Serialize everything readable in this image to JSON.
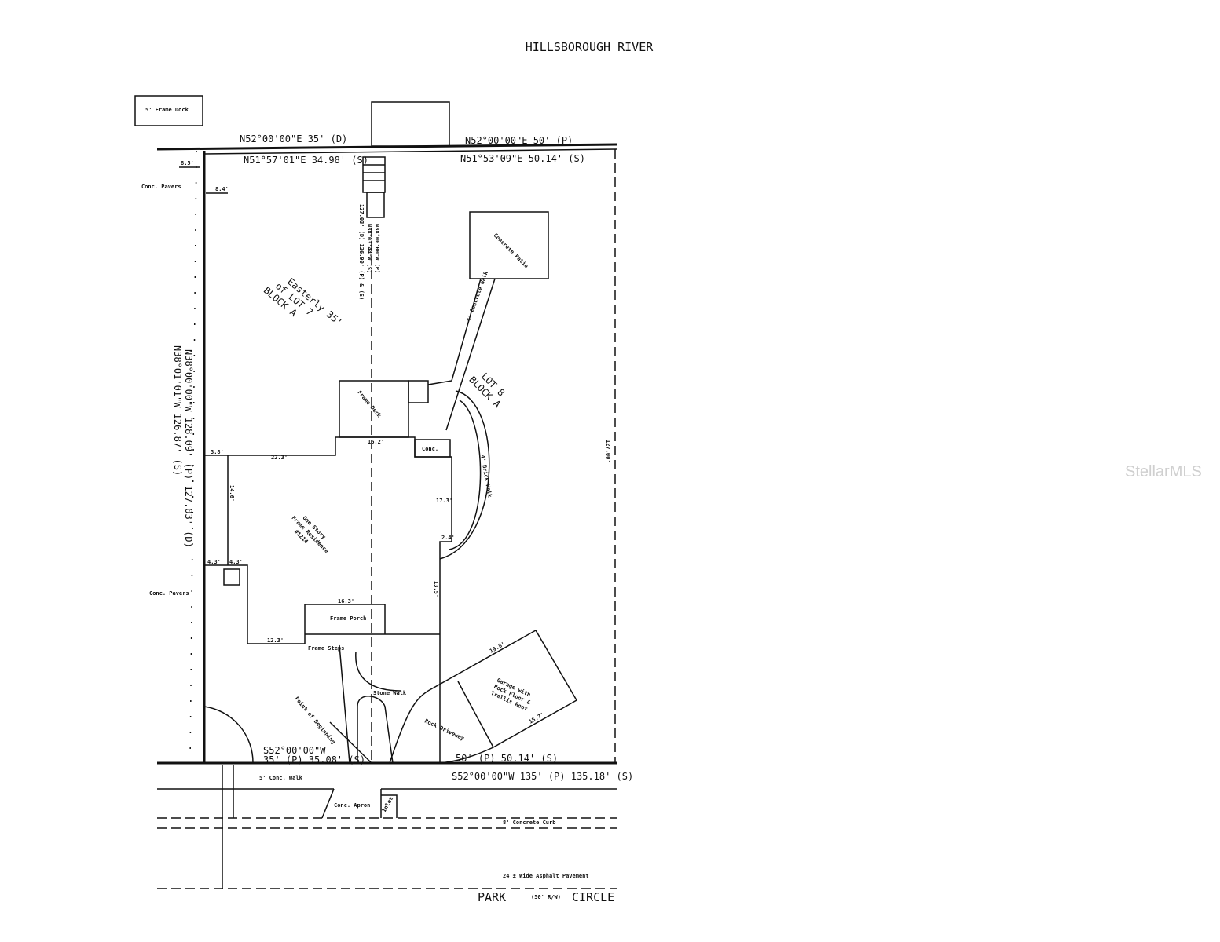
{
  "title": "HILLSBOROUGH RIVER",
  "street": {
    "name_left": "PARK",
    "row": "(50' R/W)",
    "name_right": "CIRCLE",
    "pavement": "24'± Wide Asphalt Pavement",
    "curb": "8' Concrete Curb",
    "walk": "5' Conc. Walk",
    "apron": "Conc. Apron",
    "inlet": "Inlet"
  },
  "bearings": {
    "north_d": "N52°00'00\"E 35' (D)",
    "north_s_left": "N51°57'01\"E 34.98' (S)",
    "north_p": "N52°00'00\"E 50' (P)",
    "north_s_right": "N51°53'09\"E 50.14' (S)",
    "west_1": "N38°00'00\"W 128.09' (P) 127.03' (D)",
    "west_2": "N38°01'01\"W 126.87' (S)",
    "mid_1": "N38°00'00\"W (P)",
    "mid_2": "N38°03'44\"W (S)",
    "mid_3": "127.03' (D) 126.90' (P) & (S)",
    "east": "127.00'",
    "south_left_1": "S52°00'00\"W",
    "south_left_2": "35' (P) 35.08' (S)",
    "south_right": "50' (P) 50.14' (S)",
    "south_total": "S52°00'00\"W 135' (P) 135.18' (S)"
  },
  "labels": {
    "lot7": [
      "Easterly 35'",
      "of LOT 7",
      "BLOCK A"
    ],
    "lot8": [
      "LOT 8",
      "BLOCK A"
    ],
    "residence": [
      "One Story",
      "Frame Residence",
      "#1214"
    ],
    "frame_dock": "5' Frame Dock",
    "conc_pavers_1": "Conc. Pavers",
    "conc_pavers_2": "Conc. Pavers",
    "frame_deck": "Frame Deck",
    "concrete_patio": "Concrete Patio",
    "concrete_walk": "4' Concrete Walk",
    "brick_walk": "4' Brick Walk",
    "frame_porch": "Frame Porch",
    "frame_steps": "Frame Steps",
    "stone_walk": "Stone Walk",
    "rock_driveway": "Rock Driveway",
    "garage": [
      "Garage with",
      "Rock Floor &",
      "Trellis Roof"
    ],
    "conc": "Conc.",
    "pob": "Point of Beginning"
  },
  "dims": [
    "22.3'",
    "14.6'",
    "16.2'",
    "17.3'",
    "13.5'",
    "16.3'",
    "12.3'",
    "19.8'",
    "15.7'",
    "3.8'",
    "4.3'",
    "4.3'",
    "2.4'",
    "8.5'",
    "8.4'"
  ],
  "watermark": "StellarMLS"
}
